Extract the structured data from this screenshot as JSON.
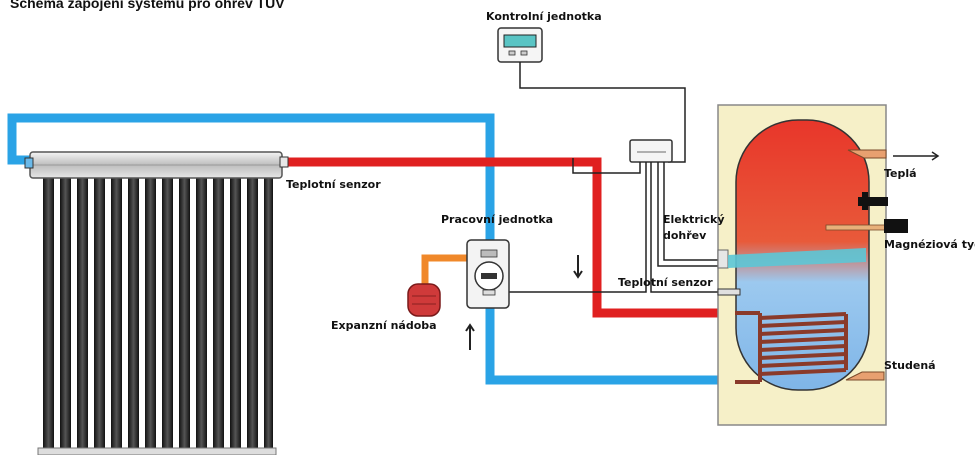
{
  "title": "Schéma zapojení systému pro ohřev TUV",
  "labels": {
    "kontrolni_jednotka": "Kontrolní jednotka",
    "teplotni_senzor_collector": "Teplotní senzor",
    "pracovni_jednotka": "Pracovní jednotka",
    "expanzni_nadoba": "Expanzní nádoba",
    "elektricky_dohrev": "Elektrický dohřev",
    "teplotni_senzor_tank": "Teplotní senzor",
    "tepla": "Teplá",
    "magneziova_tyc": "Magnéziová tyč",
    "studena": "Studená"
  },
  "colors": {
    "hot_pipe": "#e02020",
    "cold_pipe": "#2aa3e6",
    "expansion_pipe": "#f0882a",
    "tank_bg": "#f6f0c8",
    "wire": "#222222"
  }
}
